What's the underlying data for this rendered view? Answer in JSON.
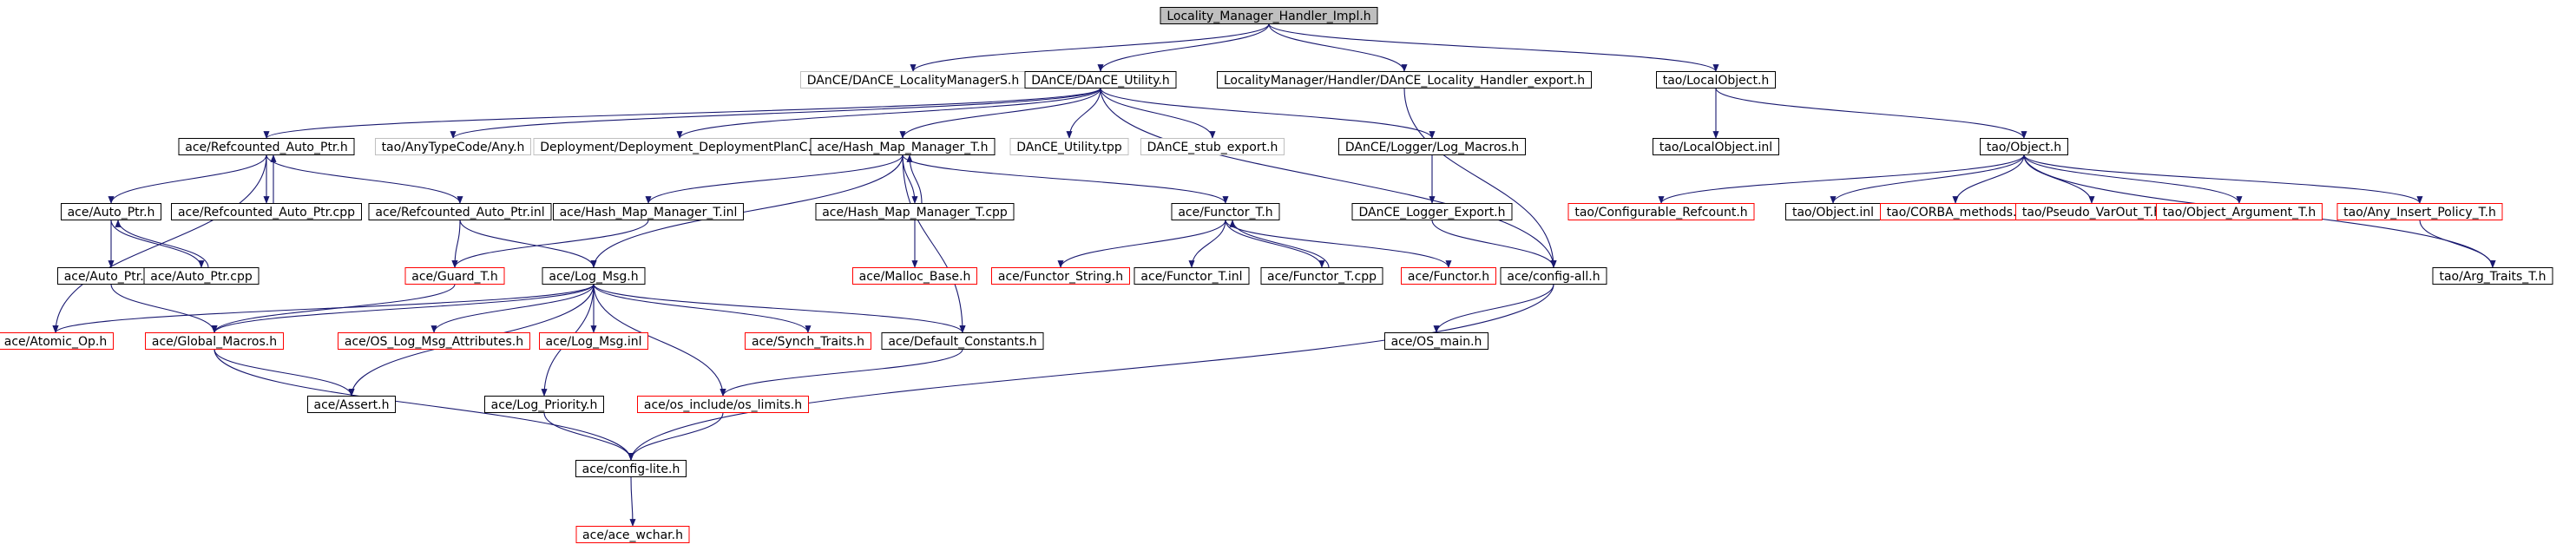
{
  "colors": {
    "root_fill": "#bfbfbf",
    "normal_border": "#000000",
    "external_border": "#c0c0c0",
    "truncated_border": "#ff0000",
    "edge": "#191970"
  },
  "nodes": [
    {
      "id": "root",
      "label": "Locality_Manager_Handler_Impl.h",
      "kind": "root"
    },
    {
      "id": "loc_mgr_s",
      "label": "DAnCE/DAnCE_LocalityManagerS.h",
      "kind": "external"
    },
    {
      "id": "dance_util",
      "label": "DAnCE/DAnCE_Utility.h",
      "kind": "normal"
    },
    {
      "id": "loc_handler_export",
      "label": "LocalityManager/Handler/DAnCE_Locality_Handler_export.h",
      "kind": "normal"
    },
    {
      "id": "tao_localobj",
      "label": "tao/LocalObject.h",
      "kind": "normal"
    },
    {
      "id": "refcounted_auto_ptr",
      "label": "ace/Refcounted_Auto_Ptr.h",
      "kind": "normal"
    },
    {
      "id": "tao_any",
      "label": "tao/AnyTypeCode/Any.h",
      "kind": "external"
    },
    {
      "id": "deployment_planc",
      "label": "Deployment/Deployment_DeploymentPlanC.h",
      "kind": "external"
    },
    {
      "id": "hash_map_mgr",
      "label": "ace/Hash_Map_Manager_T.h",
      "kind": "normal"
    },
    {
      "id": "dance_util_tpp",
      "label": "DAnCE_Utility.tpp",
      "kind": "external"
    },
    {
      "id": "stub_export",
      "label": "DAnCE_stub_export.h",
      "kind": "external"
    },
    {
      "id": "log_macros",
      "label": "DAnCE/Logger/Log_Macros.h",
      "kind": "normal"
    },
    {
      "id": "tao_localobj_inl",
      "label": "tao/LocalObject.inl",
      "kind": "normal"
    },
    {
      "id": "tao_object",
      "label": "tao/Object.h",
      "kind": "normal"
    },
    {
      "id": "auto_ptr",
      "label": "ace/Auto_Ptr.h",
      "kind": "normal"
    },
    {
      "id": "refcounted_cpp",
      "label": "ace/Refcounted_Auto_Ptr.cpp",
      "kind": "normal"
    },
    {
      "id": "refcounted_inl",
      "label": "ace/Refcounted_Auto_Ptr.inl",
      "kind": "normal"
    },
    {
      "id": "hash_map_inl",
      "label": "ace/Hash_Map_Manager_T.inl",
      "kind": "normal"
    },
    {
      "id": "hash_map_cpp",
      "label": "ace/Hash_Map_Manager_T.cpp",
      "kind": "normal"
    },
    {
      "id": "functor_t",
      "label": "ace/Functor_T.h",
      "kind": "normal"
    },
    {
      "id": "logger_export",
      "label": "DAnCE_Logger_Export.h",
      "kind": "normal"
    },
    {
      "id": "conf_refcount",
      "label": "tao/Configurable_Refcount.h",
      "kind": "truncated"
    },
    {
      "id": "tao_object_inl",
      "label": "tao/Object.inl",
      "kind": "normal"
    },
    {
      "id": "corba_methods",
      "label": "tao/CORBA_methods.h",
      "kind": "truncated"
    },
    {
      "id": "pseudo_varout",
      "label": "tao/Pseudo_VarOut_T.h",
      "kind": "truncated"
    },
    {
      "id": "object_argument",
      "label": "tao/Object_Argument_T.h",
      "kind": "truncated"
    },
    {
      "id": "any_insert",
      "label": "tao/Any_Insert_Policy_T.h",
      "kind": "truncated"
    },
    {
      "id": "auto_ptr_inl",
      "label": "ace/Auto_Ptr.inl",
      "kind": "normal"
    },
    {
      "id": "auto_ptr_cpp",
      "label": "ace/Auto_Ptr.cpp",
      "kind": "normal"
    },
    {
      "id": "guard_t",
      "label": "ace/Guard_T.h",
      "kind": "truncated"
    },
    {
      "id": "log_msg",
      "label": "ace/Log_Msg.h",
      "kind": "normal"
    },
    {
      "id": "malloc_base",
      "label": "ace/Malloc_Base.h",
      "kind": "truncated"
    },
    {
      "id": "functor_string",
      "label": "ace/Functor_String.h",
      "kind": "truncated"
    },
    {
      "id": "functor_t_inl",
      "label": "ace/Functor_T.inl",
      "kind": "normal"
    },
    {
      "id": "functor_t_cpp",
      "label": "ace/Functor_T.cpp",
      "kind": "normal"
    },
    {
      "id": "functor_h",
      "label": "ace/Functor.h",
      "kind": "truncated"
    },
    {
      "id": "config_all",
      "label": "ace/config-all.h",
      "kind": "normal"
    },
    {
      "id": "arg_traits",
      "label": "tao/Arg_Traits_T.h",
      "kind": "normal"
    },
    {
      "id": "atomic_op",
      "label": "ace/Atomic_Op.h",
      "kind": "truncated"
    },
    {
      "id": "global_macros",
      "label": "ace/Global_Macros.h",
      "kind": "truncated"
    },
    {
      "id": "os_log_msg_attr",
      "label": "ace/OS_Log_Msg_Attributes.h",
      "kind": "truncated"
    },
    {
      "id": "log_msg_inl",
      "label": "ace/Log_Msg.inl",
      "kind": "truncated"
    },
    {
      "id": "synch_traits",
      "label": "ace/Synch_Traits.h",
      "kind": "truncated"
    },
    {
      "id": "default_constants",
      "label": "ace/Default_Constants.h",
      "kind": "normal"
    },
    {
      "id": "os_main",
      "label": "ace/OS_main.h",
      "kind": "normal"
    },
    {
      "id": "assert_h",
      "label": "ace/Assert.h",
      "kind": "normal"
    },
    {
      "id": "log_priority",
      "label": "ace/Log_Priority.h",
      "kind": "normal"
    },
    {
      "id": "os_limits",
      "label": "ace/os_include/os_limits.h",
      "kind": "truncated"
    },
    {
      "id": "config_lite",
      "label": "ace/config-lite.h",
      "kind": "normal"
    },
    {
      "id": "ace_wchar",
      "label": "ace/ace_wchar.h",
      "kind": "truncated"
    }
  ],
  "edges": [
    [
      "root",
      "loc_mgr_s"
    ],
    [
      "root",
      "dance_util"
    ],
    [
      "root",
      "loc_handler_export"
    ],
    [
      "root",
      "tao_localobj"
    ],
    [
      "dance_util",
      "refcounted_auto_ptr"
    ],
    [
      "dance_util",
      "tao_any"
    ],
    [
      "dance_util",
      "deployment_planc"
    ],
    [
      "dance_util",
      "hash_map_mgr"
    ],
    [
      "dance_util",
      "dance_util_tpp"
    ],
    [
      "dance_util",
      "stub_export"
    ],
    [
      "dance_util",
      "log_macros"
    ],
    [
      "dance_util",
      "config_all"
    ],
    [
      "loc_handler_export",
      "config_all"
    ],
    [
      "tao_localobj",
      "tao_localobj_inl"
    ],
    [
      "tao_localobj",
      "tao_object"
    ],
    [
      "refcounted_auto_ptr",
      "auto_ptr"
    ],
    [
      "refcounted_auto_ptr",
      "refcounted_cpp"
    ],
    [
      "refcounted_auto_ptr",
      "refcounted_inl"
    ],
    [
      "refcounted_auto_ptr",
      "atomic_op"
    ],
    [
      "refcounted_cpp",
      "refcounted_auto_ptr"
    ],
    [
      "hash_map_mgr",
      "hash_map_inl"
    ],
    [
      "hash_map_mgr",
      "hash_map_cpp"
    ],
    [
      "hash_map_mgr",
      "functor_t"
    ],
    [
      "hash_map_mgr",
      "log_msg"
    ],
    [
      "hash_map_mgr",
      "default_constants"
    ],
    [
      "hash_map_cpp",
      "hash_map_mgr"
    ],
    [
      "hash_map_cpp",
      "malloc_base"
    ],
    [
      "log_macros",
      "logger_export"
    ],
    [
      "logger_export",
      "config_all"
    ],
    [
      "tao_object",
      "conf_refcount"
    ],
    [
      "tao_object",
      "tao_object_inl"
    ],
    [
      "tao_object",
      "corba_methods"
    ],
    [
      "tao_object",
      "pseudo_varout"
    ],
    [
      "tao_object",
      "object_argument"
    ],
    [
      "tao_object",
      "any_insert"
    ],
    [
      "tao_object",
      "arg_traits"
    ],
    [
      "any_insert",
      "arg_traits"
    ],
    [
      "auto_ptr",
      "auto_ptr_inl"
    ],
    [
      "auto_ptr",
      "auto_ptr_cpp"
    ],
    [
      "auto_ptr_cpp",
      "auto_ptr"
    ],
    [
      "auto_ptr_inl",
      "global_macros"
    ],
    [
      "refcounted_inl",
      "guard_t"
    ],
    [
      "refcounted_inl",
      "log_msg"
    ],
    [
      "hash_map_inl",
      "guard_t"
    ],
    [
      "functor_t",
      "functor_string"
    ],
    [
      "functor_t",
      "functor_t_inl"
    ],
    [
      "functor_t",
      "functor_t_cpp"
    ],
    [
      "functor_t",
      "functor_h"
    ],
    [
      "functor_t_cpp",
      "functor_t"
    ],
    [
      "log_msg",
      "atomic_op"
    ],
    [
      "log_msg",
      "global_macros"
    ],
    [
      "log_msg",
      "os_log_msg_attr"
    ],
    [
      "log_msg",
      "log_msg_inl"
    ],
    [
      "log_msg",
      "synch_traits"
    ],
    [
      "log_msg",
      "default_constants"
    ],
    [
      "log_msg",
      "assert_h"
    ],
    [
      "log_msg",
      "log_priority"
    ],
    [
      "log_msg",
      "os_limits"
    ],
    [
      "guard_t",
      "global_macros"
    ],
    [
      "global_macros",
      "assert_h"
    ],
    [
      "global_macros",
      "config_lite"
    ],
    [
      "config_all",
      "os_main"
    ],
    [
      "config_all",
      "config_lite"
    ],
    [
      "default_constants",
      "os_limits"
    ],
    [
      "log_priority",
      "config_lite"
    ],
    [
      "os_limits",
      "config_lite"
    ],
    [
      "config_lite",
      "ace_wchar"
    ]
  ]
}
